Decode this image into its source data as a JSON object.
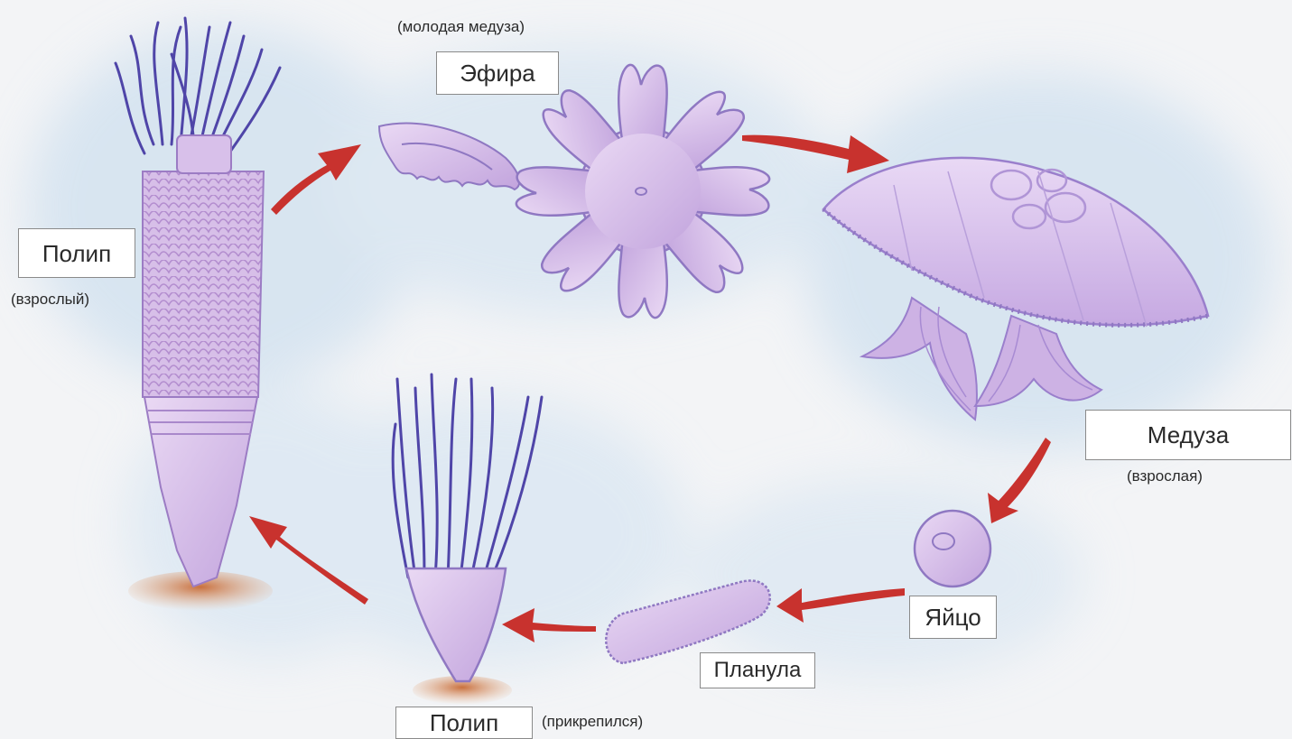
{
  "labels": {
    "polyp_adult": "Полип",
    "polyp_adult_note": "(взрослый)",
    "ephyra": "Эфира",
    "ephyra_note": "(молодая медуза)",
    "medusa": "Медуза",
    "medusa_note": "(взрослая)",
    "egg": "Яйцо",
    "planula": "Планула",
    "polyp_attached": "Полип",
    "polyp_attached_note": "(прикрепился)"
  },
  "colors": {
    "background": "#f3f4f6",
    "wash": "#cfe0ef",
    "body": "#c9aee0",
    "body_light": "#e6d6f1",
    "outline": "#8f78c2",
    "tentacle": "#5a4fb3",
    "arrow": "#c8322e",
    "ground": "#d98a55"
  }
}
